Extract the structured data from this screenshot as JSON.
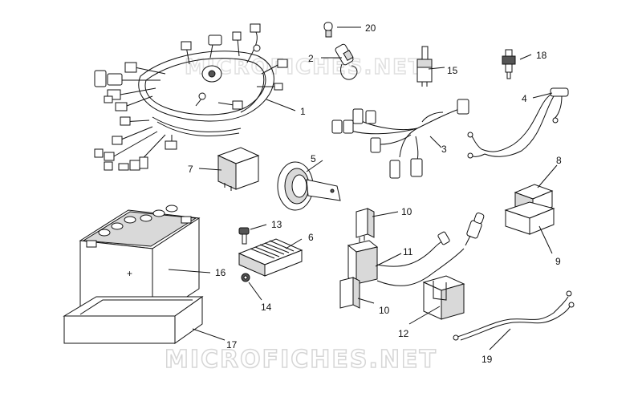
{
  "watermark": {
    "top": "MICROFICHES.NET",
    "bottom": "MICROFICHES.NET"
  },
  "callouts": [
    {
      "id": "1",
      "text": "1"
    },
    {
      "id": "2",
      "text": "2"
    },
    {
      "id": "3",
      "text": "3"
    },
    {
      "id": "4",
      "text": "4"
    },
    {
      "id": "5",
      "text": "5"
    },
    {
      "id": "6",
      "text": "6"
    },
    {
      "id": "7",
      "text": "7"
    },
    {
      "id": "8",
      "text": "8"
    },
    {
      "id": "9",
      "text": "9"
    },
    {
      "id": "10a",
      "text": "10"
    },
    {
      "id": "10b",
      "text": "10"
    },
    {
      "id": "11",
      "text": "11"
    },
    {
      "id": "12",
      "text": "12"
    },
    {
      "id": "13",
      "text": "13"
    },
    {
      "id": "14",
      "text": "14"
    },
    {
      "id": "15",
      "text": "15"
    },
    {
      "id": "16",
      "text": "16"
    },
    {
      "id": "17",
      "text": "17"
    },
    {
      "id": "18",
      "text": "18"
    },
    {
      "id": "19",
      "text": "19"
    },
    {
      "id": "20",
      "text": "20"
    }
  ],
  "battery": {
    "terminal_sign": "+"
  }
}
